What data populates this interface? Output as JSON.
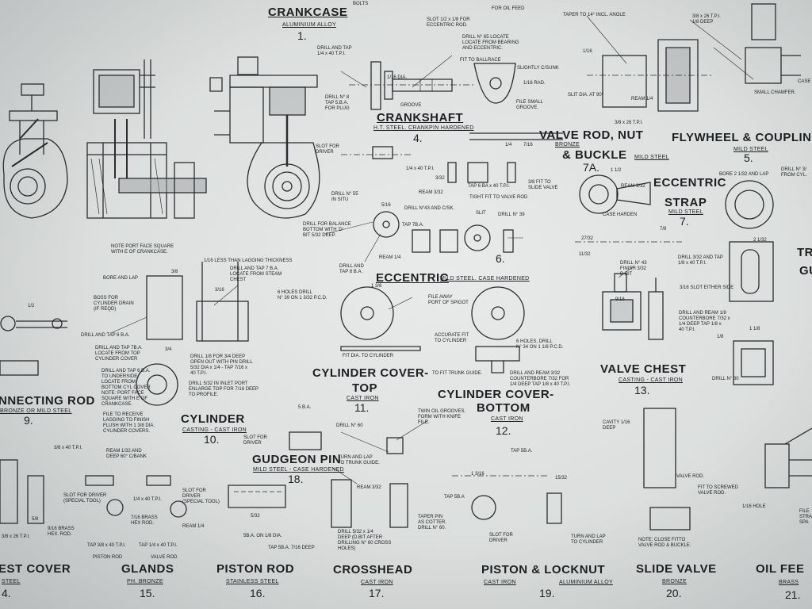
{
  "parts": {
    "p1": {
      "title": "CRANKCASE",
      "material": "ALUMINIUM ALLOY",
      "number": "1."
    },
    "p4": {
      "title": "CRANKSHAFT",
      "material": "H.T. STEEL. CRANKPIN HARDENED",
      "number": "4."
    },
    "p5": {
      "title": "FLYWHEEL & COUPLING",
      "material": "MILD STEEL",
      "number": "5."
    },
    "p6": {
      "number": "6."
    },
    "p7": {
      "title_a": "ECCENTRIC",
      "title_b": "STRAP",
      "material": "MILD STEEL",
      "number": "7."
    },
    "p7a": {
      "title_a": "VALVE ROD, NUT",
      "title_b": "& BUCKLE",
      "material_a": "BRONZE",
      "material_b": "MILD STEEL",
      "number": "7A."
    },
    "p8": {
      "title_a": "TR",
      "title_b": "GU"
    },
    "p9": {
      "title": "NNECTING ROD",
      "material": "BRONZE OR MILD STEEL",
      "number": "9."
    },
    "p10": {
      "title": "CYLINDER",
      "material": "CASTING - CAST IRON",
      "number": "10."
    },
    "p11": {
      "title_a": "CYLINDER COVER-",
      "title_b": "TOP",
      "material": "CAST IRON",
      "number": "11."
    },
    "p12": {
      "title_a": "CYLINDER COVER-",
      "title_b": "BOTTOM",
      "material": "CAST IRON",
      "number": "12."
    },
    "p13": {
      "title": "VALVE CHEST",
      "material": "CASTING - CAST IRON",
      "number": "13."
    },
    "p14": {
      "title": "EST COVER",
      "material": "STEEL",
      "number": "4."
    },
    "p15": {
      "title": "GLANDS",
      "material": "PH. BRONZE",
      "number": "15."
    },
    "p16": {
      "title": "PISTON ROD",
      "material": "STAINLESS STEEL",
      "number": "16."
    },
    "p17": {
      "title": "CROSSHEAD",
      "material": "CAST IRON",
      "number": "17."
    },
    "p18": {
      "title": "GUDGEON PIN",
      "material": "MILD STEEL - CASE HARDENED",
      "number": "18."
    },
    "p19": {
      "title": "PISTON & LOCKNUT",
      "material_a": "CAST IRON",
      "material_b": "ALUMINIUM ALLOY",
      "number": "19."
    },
    "p20": {
      "title": "SLIDE VALVE",
      "material": "BRONZE",
      "number": "20."
    },
    "p21": {
      "title": "OIL FEE",
      "material": "BRASS",
      "number": "21."
    },
    "eccentric": {
      "title": "ECCENTRIC",
      "material": "MILD STEEL. CASE HARDENED"
    }
  },
  "notes": {
    "top_bolts": "BOLTS",
    "slot_eccentric": "SLOT 1/2 x 1/8 FOR\nECCENTRIC ROD.",
    "for_oil_feed": "FOR OIL FEED",
    "taper": "TAPER TO 14° INCL. ANGLE",
    "drill_tap_40": "DRILL AND TAP\n1/4 x 40 T.P.I.",
    "drill_65": "DRILL N° 65 LOCATE\nLOCATE FROM BEARING\nAND ECCENTRIC.",
    "fit_ballrace": "FIT TO BALLRACE",
    "slightly_csunk": "SLIGHTLY C/SUNK",
    "rad": "1/16 RAD.",
    "groove": "GROOVE",
    "file_small": "FILE SMALL\nGROOVE.",
    "drill_8": "DRILL N° 8\nTAP 5.B.A.\nFOR PLUG",
    "dia_1_16": "1/16 DIA.",
    "slit_dia": "SLIT DIA. AT 90°",
    "ream_14": "REAM 1/4",
    "tpi_26": "3/8 x 26 T.P.I.",
    "small_chamfer": "SMALL CHAMFER.",
    "case": "CASE",
    "deep_28": "3/8 x 26 T.P.I.\n1/8 DEEP",
    "port_face": "NOTE PORT FACE SQUARE\nWITH E OF CRANKCASE.",
    "slot_driver": "SLOT FOR\nDRIVER",
    "tap_40_tpi": "1/4 x 40 T.P.I.",
    "ream_3_32": "REAM 3/32",
    "tap_6ba": "TAP 6 BA x 40 T.P.I.",
    "tight_fit": "TIGHT FIT TO VALVE ROD",
    "slide_valve_ref": "3/8 FIT TO\nSLIDE VALVE",
    "ream_3_32_b": "REAM 3/32",
    "case_harden": "CASE HARDEN",
    "bore_lap": "BORE 2 1/32 AND LAP",
    "drill_nos": "DRILL N° 3/\nFROM CYL.",
    "drill_55": "DRILL N° 55\nIN SITU",
    "drill_43": "DRILL N°43 AND C/SK.",
    "slit": "SLIT",
    "drill_39": "DRILL N° 39",
    "drill_balance": "DRILL FOR BALANCE\nBOTTOM WITH 'D'\nBIT 5/32 DEEP.",
    "tap_7ba": "TAP 7B.A.",
    "drill_tap_8ba": "DRILL AND\nTAP 8 B.A.",
    "ream_1_4": "REAM 1/4",
    "drill_43b": "DRILL N° 43\nFINISH 3/32\nD BIT",
    "drill_tap_3_32": "DRILL 3/32 AND TAP\n1/8 x 40 T.P.I.",
    "slot_either": "3/16 SLOT EITHER SIDE",
    "lagging": "1/16 LESS THAN LAGGING THICKNESS",
    "drill_tap_steam": "DRILL AND TAP 7 B.A.\nLOCATE FROM STEAM\nCHEST",
    "bore_and_lap": "BORE AND LAP",
    "boss": "BOSS FOR\nCYLINDER DRAIN\n(IF REQD)",
    "drill_tap_6ba": "DRILL AND TAP 6 B.A.",
    "drill_tap_7ba_top": "DRILL AND TAP 7B.A.\nLOCATE FROM TOP\nCYLINDER COVER",
    "drill_tap_6ba_under": "DRILL AND TAP 6 B.A.\nTO UNDERSIDE.\nLOCATE FROM\nBOTTOM CYL COVER\nNOTE: PORT FACE\nSQUARE WITH E OF\nCRANKCASE.",
    "file_receive": "FILE TO RECEIVE\nLAGGING TO FINISH\nFLUSH WITH 1 3/8 DIA.\nCYLINDER COVERS.",
    "drill_1_8": "DRILL 1/8 FOR 3/4 DEEP\nOPEN OUT WITH PIN DRILL\n5/32 DIA x 1/4 - TAP 7/16 x\n40 T.P.I.",
    "drill_5_32": "DRILL 5/32 IN INLET PORT\nENLARGE TOP FOR 7/16 DEEP\nTO PROFILE.",
    "six_holes": "6 HOLES DRILL\nN° 39 ON 1 3/32 P.C.D.",
    "file_away": "FILE AWAY\nPORT OF SPIGOT",
    "fit_dia_cyl": "FIT DIA. TO CYLINDER",
    "accurate_fit": "ACCURATE FIT\nTO CYLINDER",
    "six_holes_34": "6 HOLES, DRILL\nN° 34 ON 1 1/8 P.C.D.",
    "fit_trunk_guide": "TO FIT TRUNK GUIDE.",
    "drill_ream": "DRILL AND REAM 3/32\nCOUNTERBORE 7/32 FOR\n1/4 DEEP TAP 1/8 x 40 T.P.I.",
    "drill_ream_counterbore": "DRILL AND REAM 1/8\nCOUNTERBORE 7/32 x\n1/4 DEEP TAP 1/8 x\n40 T.P.I.",
    "drill_30": "DRILL N° 30",
    "twin_oil": "TWIN OIL GROOVES.\nFORM WITH KNIFE\nFILE.",
    "drill_60": "DRILL N° 60",
    "five_ba": "5 B.A.",
    "slot_driver2": "SLOT FOR\nDRIVER",
    "turn_lap": "TURN AND LAP\nTO TRUNK GUIDE.",
    "ream_3_32_c": "REAM 3/32",
    "tap_5ba": "TAP 5B.A.",
    "tap_58a": "TAP 5B.A",
    "cavity": "CAVITY 1/16\nDEEP",
    "valve_rod": "VALVE ROD.",
    "fit_screwed": "FIT TO SCREWED\nVALVE ROD.",
    "ream_32_deep": "REAM 1/32 AND\nDEEP 60° C/BANK",
    "tpi_40": "3/8 x 40 T.P.I.",
    "slot_driver_special": "SLOT FOR DRIVER\n(SPECIAL TOOL)",
    "slot_driver_special2": "SLOT FOR\nDRIVER\n(SPECIAL TOOL)",
    "tpi_14_40": "1/4 x 40 T.P.I.",
    "brass_hex": "7/16 BRASS\nHEX ROD.",
    "ream_1_4b": "REAM 1/4",
    "brass_hex2": "9/16 BRASS\nHEX. ROD.",
    "tap_40": "TAP 3/8 x 40 T.P.I.",
    "tap_14_40": "TAP 1/4 x 40 T.P.I.",
    "piston_rod": "PISTON ROD",
    "valve_rod2": "VALVE ROD",
    "tpi_26b": "3/8 x 26 T.P.I.",
    "five_ba_on": "5B.A. ON 1/8 DIA.",
    "tap_5ba_deep": "TAP 5B.A. 7/16 DEEP",
    "drill_5_32_tight": "DRILL 5/32 x 1/4\nDEEP (D.BIT AFTER\nDRILLING N° 60 CROSS\nHOLES)",
    "taper_pin": "TAPER PIN\nAS COTTER.\nDRILL N° 60.",
    "turn_lap_cyl": "TURN AND LAP\nTO CYLINDER",
    "slot_driver3": "SLOT FOR\nDRIVER",
    "note_close": "NOTE: CLOSE FITTO\nVALVE ROD & BUCKLE.",
    "hole_1_16": "1/16 HOLE",
    "file_sp": "FILE\nSTRA\nSPA"
  },
  "dims": [
    "1/2",
    "3/8",
    "3/16",
    "5/16",
    "1/4",
    "7/16",
    "3/32",
    "1 1/2",
    "1/16",
    "9/16",
    "7/8",
    "1/8",
    "5/8",
    "3/4",
    "1 3/8",
    "2 1/32",
    "11/32",
    "27/32",
    "1 1/8",
    "15/32",
    "1 3/16",
    "5/32"
  ]
}
